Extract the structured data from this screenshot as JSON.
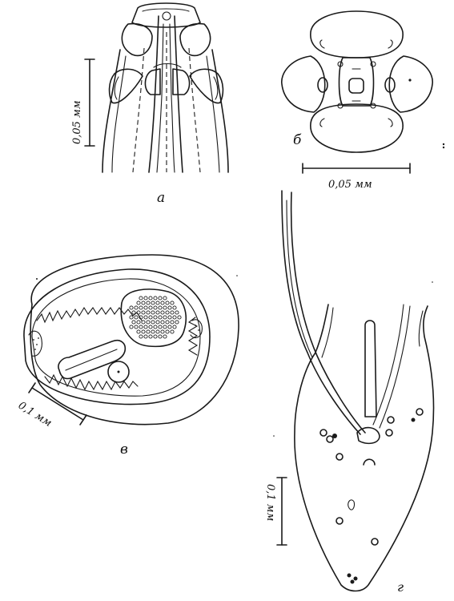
{
  "panels": {
    "a": {
      "letter": "а",
      "scale_label": "0,05 мм"
    },
    "b": {
      "letter": "б",
      "scale_label": "0,05 мм"
    },
    "v": {
      "letter": "в",
      "scale_label": "0,1 мм"
    },
    "g": {
      "letter": "г",
      "scale_label": "0,1 мм"
    }
  },
  "colors": {
    "ink": "#1a1a1a",
    "paper": "#ffffff"
  }
}
